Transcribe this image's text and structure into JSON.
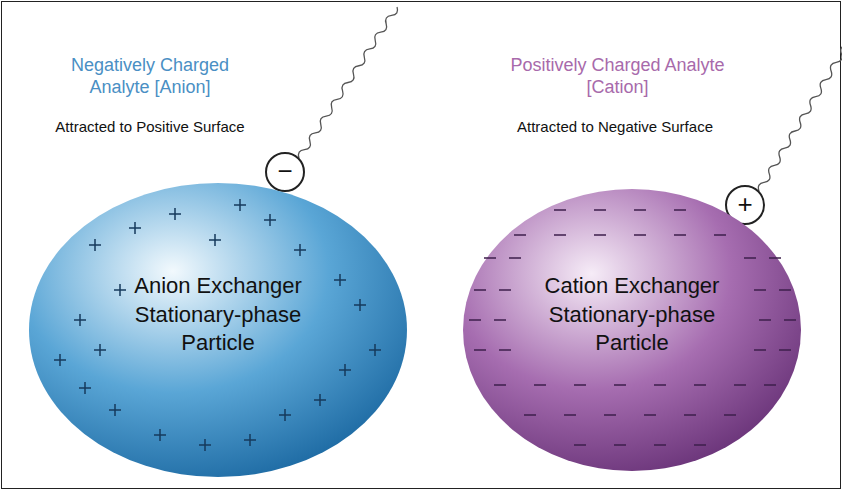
{
  "diagram": {
    "nodes": [
      {
        "text": [
          "−"
        ]
      },
      {
        "text": [
          "Anion Exchanger Stationary-phase Particle"
        ]
      },
      {
        "text": [
          "+"
        ]
      },
      {
        "text": [
          "Cation Exchanger Stationary-phase Particle"
        ]
      }
    ],
    "labels": [
      "Negatively Charged Analyte [Anion]",
      "Attracted to Positive Surface",
      "Positively Charged Analyte [Cation]",
      "Attracted to Negative Surface"
    ]
  }
}
